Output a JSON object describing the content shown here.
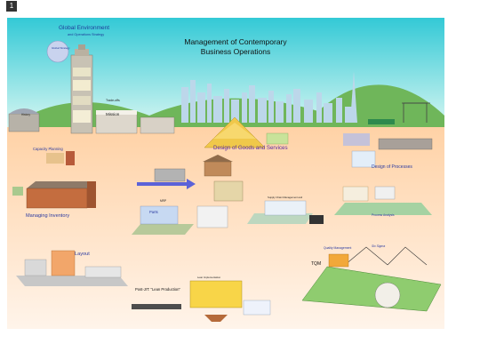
{
  "page_number": "1",
  "title_line1": "Management of Contemporary",
  "title_line2": "Business Operations",
  "global_environment": "Global Environment",
  "global_environment_sub": "and Operations Strategy",
  "global_strategy": "Global Strategy",
  "trade_offs": "Trade-offs",
  "mission": "Mission",
  "history": "History",
  "design_goods": "Design of Goods and Services",
  "design_processes": "Design of Processes",
  "capacity_planning": "Capacity Planning",
  "managing_inventory": "Managing Inventory",
  "mrp": "MRP",
  "parts": "Parts",
  "supply_chain": "Supply Chain Management and",
  "process_analysis": "Process Analysis",
  "layout": "Layout",
  "quality_management": "Quality Management",
  "six_sigma": "Six Sigma",
  "tqm": "TQM",
  "post_jit": "Post-JIT: \"Lean Production\"",
  "lean_implementation": "Lean Implementation",
  "colors": {
    "sky_top": "#33c9d6",
    "sky_bottom": "#d9f7f2",
    "hills": "#6fb65a",
    "ground_top": "#ffd2a6",
    "ground_bottom": "#fff2e6",
    "accent_purple": "#5a2ca0",
    "accent_blue": "#2a3aa0"
  }
}
